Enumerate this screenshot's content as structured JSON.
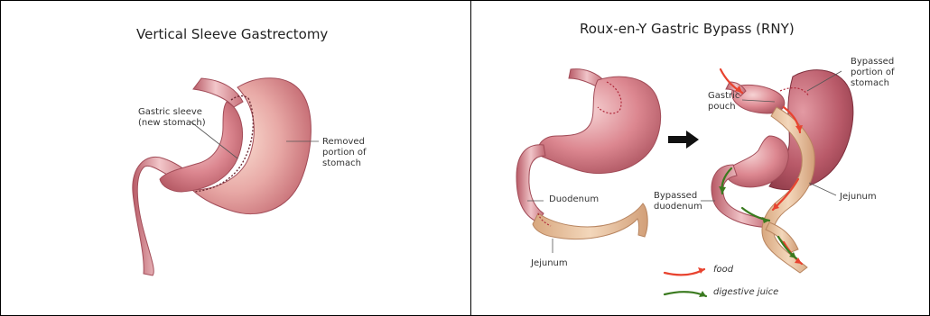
{
  "left_panel": {
    "title": "Vertical Sleeve Gastrectomy",
    "labels": {
      "sleeve_line1": "Gastric sleeve",
      "sleeve_line2": "(new stomach)",
      "removed_line1": "Removed",
      "removed_line2": "portion of",
      "removed_line3": "stomach"
    }
  },
  "right_panel": {
    "title": "Roux-en-Y Gastric Bypass (RNY)",
    "labels": {
      "bypassed_line1": "Bypassed",
      "bypassed_line2": "portion of",
      "bypassed_line3": "stomach",
      "pouch_line1": "Gastric",
      "pouch_line2": "pouch",
      "duodenum": "Duodenum",
      "jejunum_before": "Jejunum",
      "jejunum_after": "Jejunum",
      "bypassed_duodenum_line1": "Bypassed",
      "bypassed_duodenum_line2": "duodenum"
    },
    "legend": {
      "food": "food",
      "digestive_juice": "digestive juice"
    }
  },
  "colors": {
    "stomach": "#d4707e",
    "stomach_highlight": "#f4c9cc",
    "removed": "#e8a9a6",
    "jejunum": "#e7bf98",
    "food_arrow": "#e8432f",
    "juice_arrow": "#3a7a1f"
  }
}
